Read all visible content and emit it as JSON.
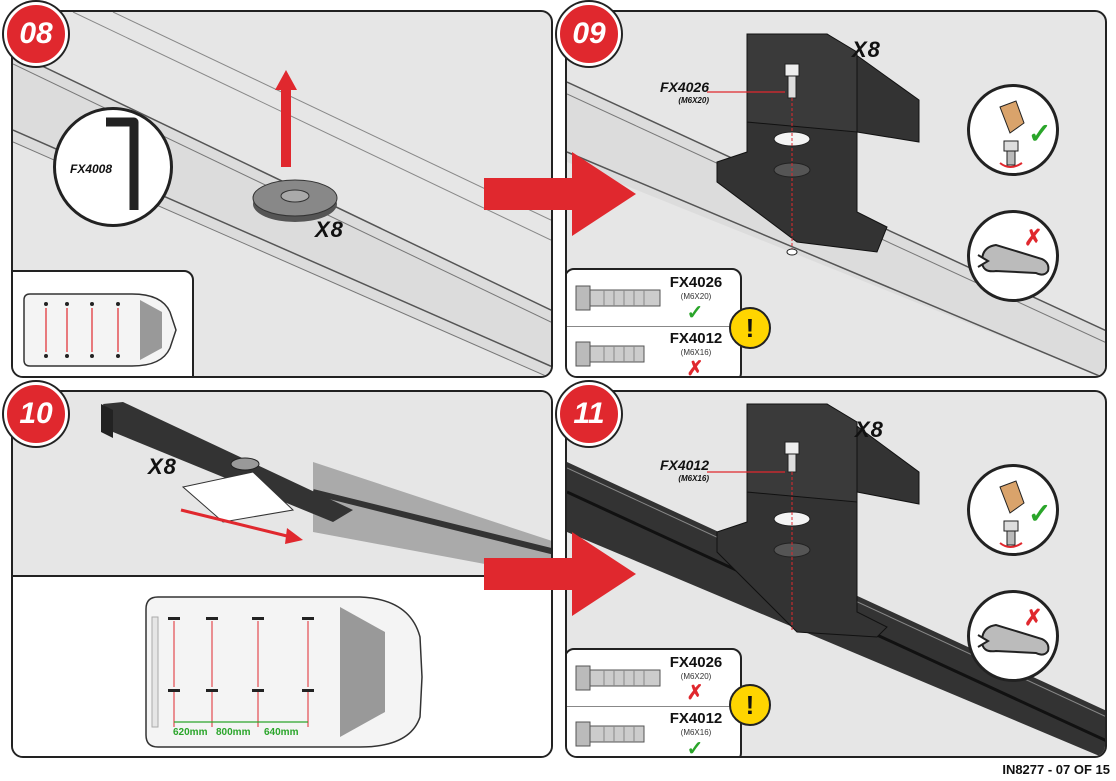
{
  "document": {
    "footer": "IN8277 - 07 OF 15"
  },
  "steps": [
    {
      "number": "08",
      "quantity": "X8",
      "tool_label": "FX4008"
    },
    {
      "number": "09",
      "quantity": "X8",
      "bolt_label": "FX4026",
      "bolt_size": "(M6X20)",
      "bolts": [
        {
          "code": "FX4026",
          "size": "(M6X20)",
          "status": "✓"
        },
        {
          "code": "FX4012",
          "size": "(M6X16)",
          "status": "✗"
        }
      ],
      "warning": "!"
    },
    {
      "number": "10",
      "quantity": "X8",
      "measurements": [
        "620mm",
        "800mm",
        "640mm"
      ]
    },
    {
      "number": "11",
      "quantity": "X8",
      "bolt_label": "FX4012",
      "bolt_size": "(M6X16)",
      "bolts": [
        {
          "code": "FX4026",
          "size": "(M6X20)",
          "status": "✗"
        },
        {
          "code": "FX4012",
          "size": "(M6X16)",
          "status": "✓"
        }
      ],
      "warning": "!"
    }
  ],
  "icons": {
    "hand_check": "✓",
    "wrench_cross": "✗"
  },
  "colors": {
    "accent": "#e0282e",
    "ok": "#2aa52a",
    "warning": "#ffd500"
  }
}
